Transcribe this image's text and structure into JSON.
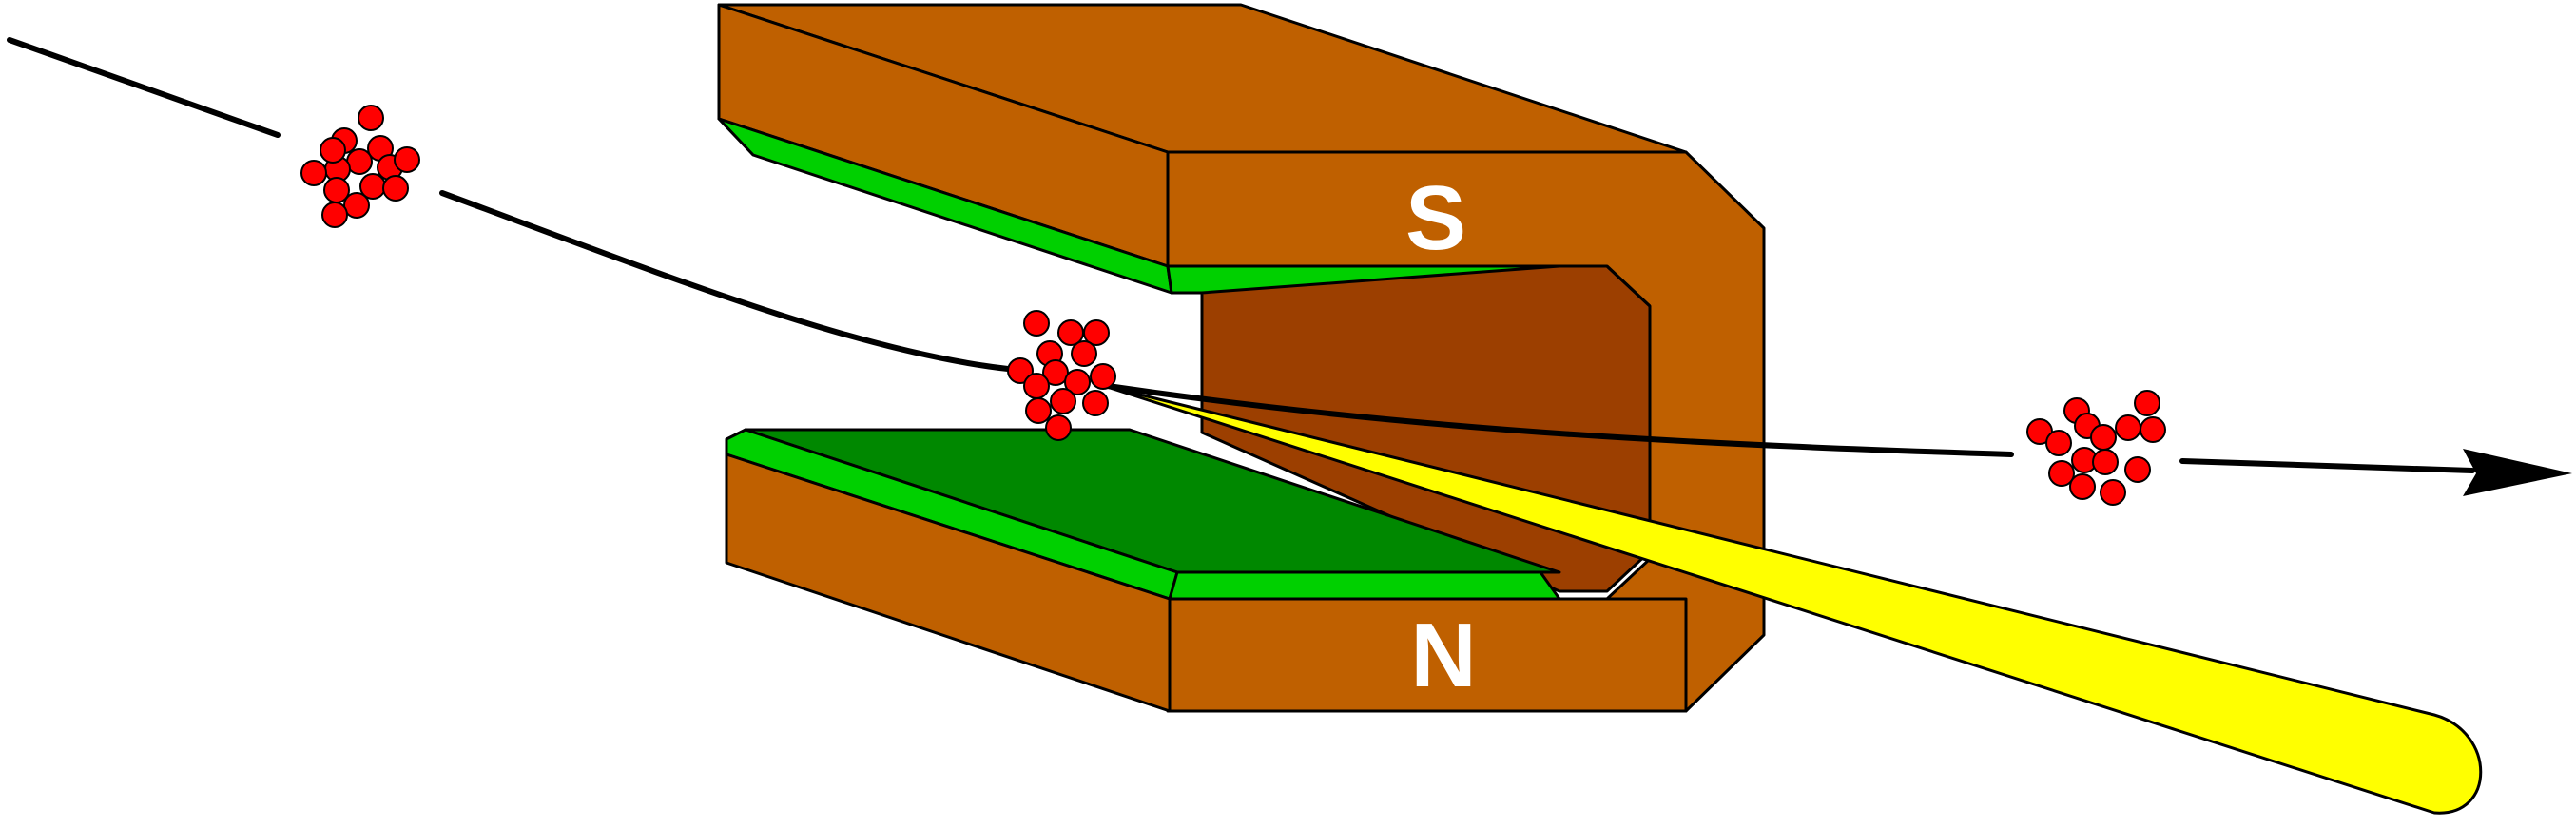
{
  "labels": {
    "south_pole": "S",
    "north_pole": "N"
  },
  "colors": {
    "magnet_body": "#bf6000",
    "magnet_inner": "#9c3f00",
    "pole_face_light": "#00d000",
    "pole_face_dark": "#008800",
    "particle": "#ff0000",
    "light_beam": "#ffff00",
    "beam_path": "#000000"
  },
  "icons": {
    "particle_bunches": [
      "particle-bunch-incoming",
      "particle-bunch-center",
      "particle-bunch-outgoing"
    ],
    "arrow": "direction-arrow-head"
  }
}
